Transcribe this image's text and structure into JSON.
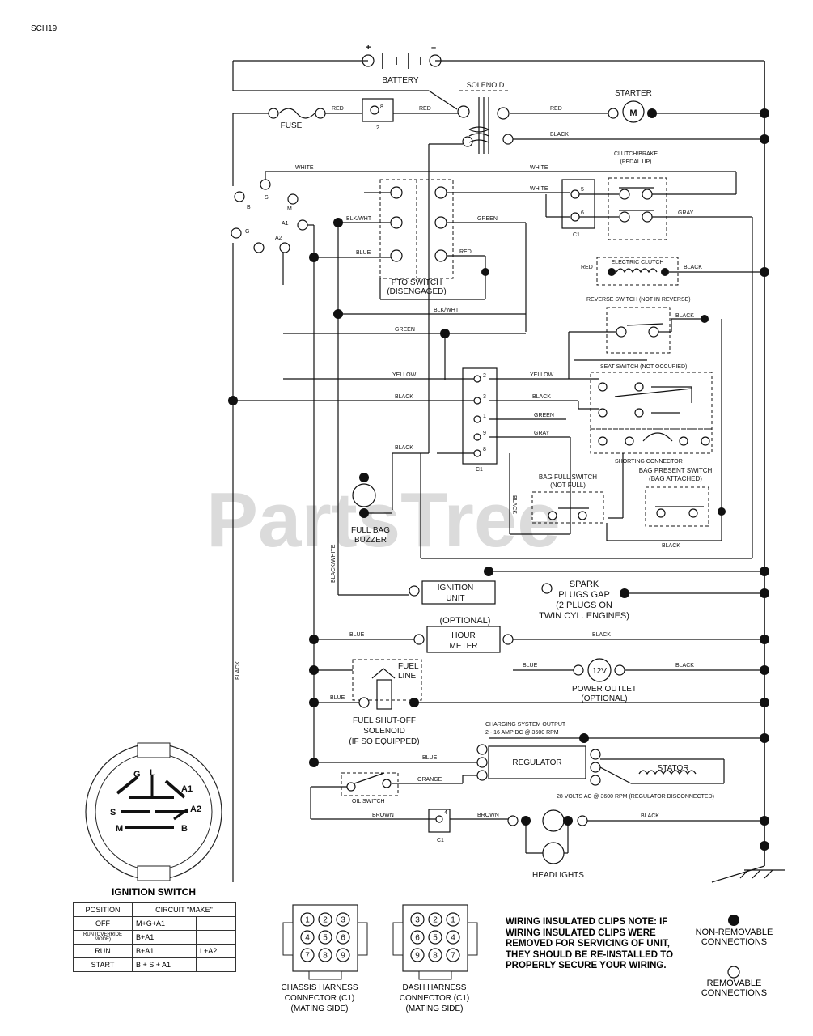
{
  "doc_id": "SCH19",
  "watermark": "PartsTree",
  "components": {
    "battery": "BATTERY",
    "battery_plus": "+",
    "battery_minus": "–",
    "solenoid": "SOLENOID",
    "starter": "STARTER",
    "starter_m": "M",
    "fuse": "FUSE",
    "fuse_2": "2",
    "fuse_8": "8",
    "clutch_brake": "CLUTCH/BRAKE",
    "clutch_brake_sub": "(PEDAL UP)",
    "c1": "C1",
    "c1_5": "5",
    "c1_6": "6",
    "pto_switch": "PTO SWITCH",
    "pto_sub": "(DISENGAGED)",
    "electric_clutch": "ELECTRIC CLUTCH",
    "reverse_switch": "REVERSE SWITCH (NOT IN REVERSE)",
    "seat_switch": "SEAT SWITCH (NOT OCCUPIED)",
    "shorting_connector": "SHORTING CONNECTOR",
    "bag_present": "BAG PRESENT SWITCH",
    "bag_present_sub": "(BAG ATTACHED)",
    "bag_full": "BAG FULL SWITCH",
    "bag_full_sub": "(NOT FULL)",
    "full_bag_buzzer": "FULL BAG",
    "full_bag_buzzer_sub": "BUZZER",
    "ignition_unit": "IGNITION",
    "ignition_unit_sub": "UNIT",
    "spark1": "SPARK",
    "spark2": "PLUGS GAP",
    "spark3": "(2 PLUGS ON",
    "spark4": "TWIN CYL. ENGINES)",
    "optional": "(OPTIONAL)",
    "hour_meter": "HOUR",
    "hour_meter_sub": "METER",
    "fuel_line": "FUEL",
    "fuel_line_sub": "LINE",
    "power_outlet_v": "12V",
    "power_outlet": "POWER OUTLET",
    "power_outlet_sub": "(OPTIONAL)",
    "fuel_shutoff": "FUEL SHUT-OFF",
    "fuel_shutoff_2": "SOLENOID",
    "fuel_shutoff_3": "(IF SO EQUIPPED)",
    "charging": "CHARGING SYSTEM OUTPUT",
    "charging_sub": "2 - 16 AMP DC @ 3600 RPM",
    "regulator": "REGULATOR",
    "stator": "STATOR",
    "stator_note": "28 VOLTS AC @ 3600 RPM (REGULATOR DISCONNECTED)",
    "oil_switch": "OIL SWITCH",
    "headlights": "HEADLIGHTS",
    "pin_2": "2",
    "pin_3": "3",
    "pin_1": "1",
    "pin_9": "9",
    "pin_8": "8",
    "pin_4": "4",
    "pin_s": "S",
    "pin_m": "M",
    "pin_l": "L",
    "pin_g": "G",
    "pin_b": "B",
    "pin_a1": "A1",
    "pin_a2": "A2"
  },
  "wires": {
    "red": "RED",
    "black": "BLACK",
    "white": "WHITE",
    "green": "GREEN",
    "blue": "BLUE",
    "gray": "GRAY",
    "yellow": "YELLOW",
    "orange": "ORANGE",
    "brown": "BROWN",
    "black_white": "BLK/WHT",
    "black_white_v": "BLACK/WHITE"
  },
  "ignition_switch": {
    "title": "IGNITION SWITCH",
    "head": [
      "POSITION",
      "CIRCUIT \"MAKE\""
    ],
    "rows": [
      [
        "OFF",
        "M+G+A1",
        ""
      ],
      [
        "RUN (OVERRIDE MODE)",
        "B+A1",
        ""
      ],
      [
        "RUN",
        "B+A1",
        "L+A2"
      ],
      [
        "START",
        "B + S + A1",
        ""
      ]
    ],
    "terminals": {
      "g": "G",
      "l": "L",
      "a1": "A1",
      "s": "S",
      "a2": "A2",
      "m": "M",
      "b": "B"
    }
  },
  "chassis_connector": {
    "line1": "CHASSIS HARNESS",
    "line2": "CONNECTOR (C1)",
    "line3": "(MATING SIDE)",
    "pins": [
      "1",
      "2",
      "3",
      "4",
      "5",
      "6",
      "7",
      "8",
      "9"
    ]
  },
  "dash_connector": {
    "line1": "DASH HARNESS",
    "line2": "CONNECTOR (C1)",
    "line3": "(MATING SIDE)",
    "pins": [
      "3",
      "2",
      "1",
      "6",
      "5",
      "4",
      "9",
      "8",
      "7"
    ]
  },
  "note": "WIRING INSULATED CLIPS NOTE: IF WIRING INSULATED CLIPS WERE REMOVED FOR SERVICING OF UNIT, THEY SHOULD BE RE-INSTALLED TO PROPERLY SECURE YOUR WIRING.",
  "legend": {
    "non_removable_1": "NON-REMOVABLE",
    "non_removable_2": "CONNECTIONS",
    "removable_1": "REMOVABLE",
    "removable_2": "CONNECTIONS"
  }
}
